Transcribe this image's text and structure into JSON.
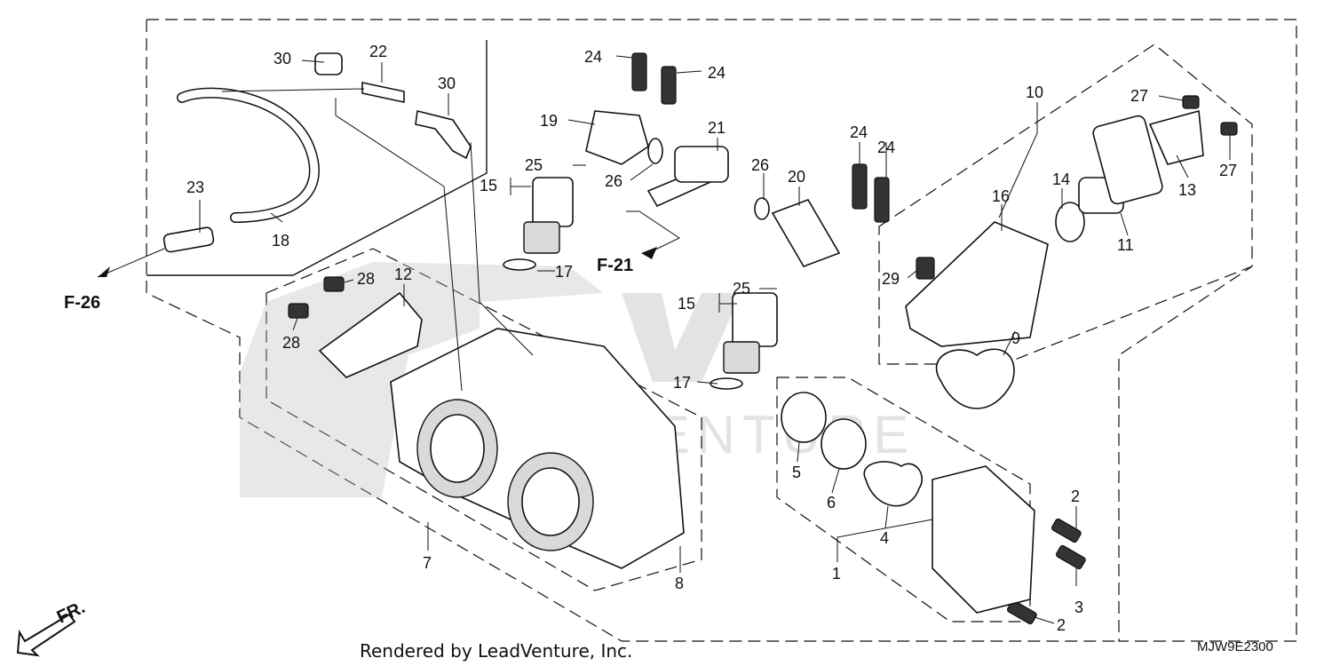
{
  "diagram": {
    "footer_text": "Rendered by LeadVenture, Inc.",
    "diagram_code": "MJW9E2300",
    "watermark": "LEADVENTURE",
    "refs": {
      "f26": "F-26",
      "f21": "F-21",
      "fr": "FR."
    },
    "labels": [
      {
        "id": "l30a",
        "text": "30"
      },
      {
        "id": "l22",
        "text": "22"
      },
      {
        "id": "l30b",
        "text": "30"
      },
      {
        "id": "l23",
        "text": "23"
      },
      {
        "id": "l18",
        "text": "18"
      },
      {
        "id": "l24a",
        "text": "24"
      },
      {
        "id": "l24b",
        "text": "24"
      },
      {
        "id": "l19",
        "text": "19"
      },
      {
        "id": "l21",
        "text": "21"
      },
      {
        "id": "l25a",
        "text": "25"
      },
      {
        "id": "l15a",
        "text": "15"
      },
      {
        "id": "l26a",
        "text": "26"
      },
      {
        "id": "l26b",
        "text": "26"
      },
      {
        "id": "l20",
        "text": "20"
      },
      {
        "id": "l17a",
        "text": "17"
      },
      {
        "id": "l24c",
        "text": "24"
      },
      {
        "id": "l24d",
        "text": "24"
      },
      {
        "id": "l25b",
        "text": "25"
      },
      {
        "id": "l15b",
        "text": "15"
      },
      {
        "id": "l17b",
        "text": "17"
      },
      {
        "id": "l28a",
        "text": "28"
      },
      {
        "id": "l12",
        "text": "12"
      },
      {
        "id": "l28b",
        "text": "28"
      },
      {
        "id": "l7",
        "text": "7"
      },
      {
        "id": "l8",
        "text": "8"
      },
      {
        "id": "l10",
        "text": "10"
      },
      {
        "id": "l27a",
        "text": "27"
      },
      {
        "id": "l27b",
        "text": "27"
      },
      {
        "id": "l14",
        "text": "14"
      },
      {
        "id": "l16",
        "text": "16"
      },
      {
        "id": "l13",
        "text": "13"
      },
      {
        "id": "l11",
        "text": "11"
      },
      {
        "id": "l29",
        "text": "29"
      },
      {
        "id": "l9",
        "text": "9"
      },
      {
        "id": "l5",
        "text": "5"
      },
      {
        "id": "l6",
        "text": "6"
      },
      {
        "id": "l4",
        "text": "4"
      },
      {
        "id": "l1",
        "text": "1"
      },
      {
        "id": "l2a",
        "text": "2"
      },
      {
        "id": "l3",
        "text": "3"
      },
      {
        "id": "l2b",
        "text": "2"
      }
    ]
  }
}
